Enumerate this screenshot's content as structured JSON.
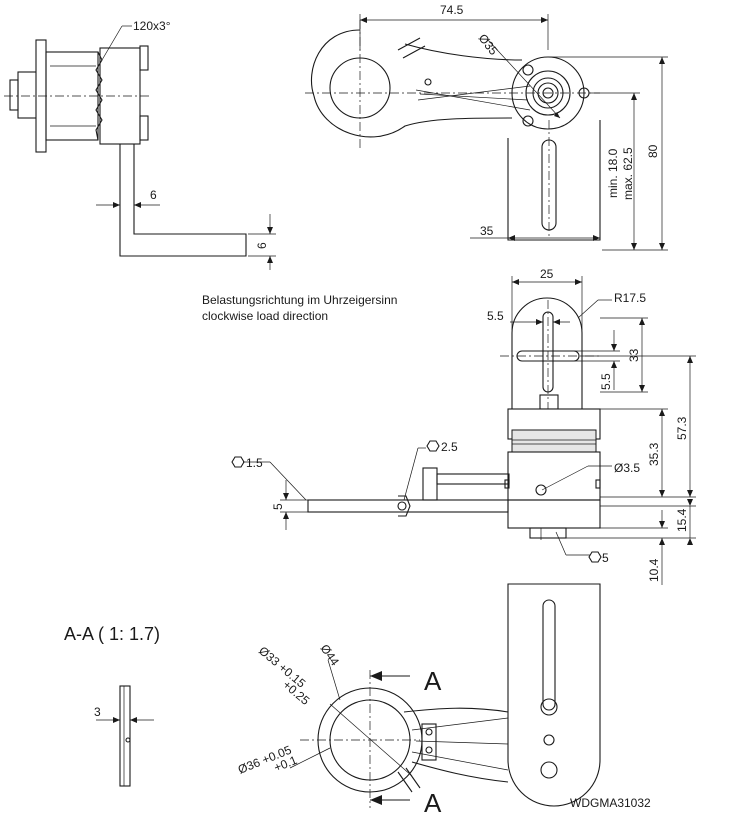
{
  "drawing_number": "WDGMA31032",
  "section_label": "A-A ( 1: 1.7)",
  "section_marker": "A",
  "notes": {
    "line1": "Belastungsrichtung im Uhrzeigersinn",
    "line2": "clockwise load direction"
  },
  "dims": {
    "chamfer": "120x3°",
    "d6_side": "6",
    "d6_bottom": "6",
    "d74_5": "74.5",
    "dia35": "Ø35",
    "d80": "80",
    "min18": "min. 18.0",
    "max62": "max. 62.5",
    "d35": "35",
    "d25": "25",
    "r17_5": "R17.5",
    "d5_5_h": "5.5",
    "d5_5_v": "5.5",
    "d33": "33",
    "d57_3": "57.3",
    "d35_3": "35.3",
    "hex2_5": "2.5",
    "dia3_5": "Ø3.5",
    "hex1_5": "1.5",
    "d5": "5",
    "d15_4": "15.4",
    "d10_4": "10.4",
    "hex5": "5",
    "d3": "3",
    "dia33_tol": "Ø33  +0.15",
    "dia33_tol2": "+0.25",
    "dia44": "Ø44",
    "dia36_tol": "Ø36  +0.05",
    "dia36_tol2": "+0.1"
  }
}
